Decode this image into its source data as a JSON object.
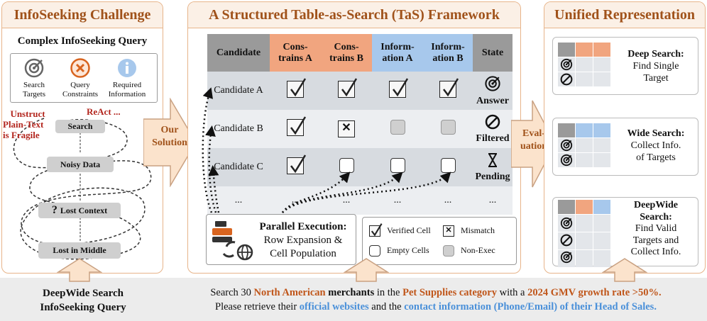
{
  "left_panel": {
    "title": "InfoSeeking Challenge",
    "subtitle": "Complex InfoSeeking Query",
    "icons": [
      {
        "icon": "target-icon",
        "label_1": "Search",
        "label_2": "Targets"
      },
      {
        "icon": "cross-circle-icon",
        "label_1": "Query",
        "label_2": "Constraints"
      },
      {
        "icon": "info-icon",
        "label_1": "Required",
        "label_2": "Information"
      }
    ],
    "note_left_1": "Unstruct",
    "note_left_2": "Plain-Text",
    "note_left_3": "is Fragile",
    "note_right": "ReAct ...",
    "steps": [
      "Search",
      "Noisy Data",
      "Lost Context",
      "Lost in Middle"
    ],
    "lost_context_mark": "?"
  },
  "arrow_our_solution": {
    "line1": "Our",
    "line2": "Solution"
  },
  "middle_panel": {
    "title": "A Structured Table-as-Search (TaS) Framework",
    "table": {
      "headers": [
        {
          "line1": "Candidate",
          "line2": ""
        },
        {
          "line1": "Cons-",
          "line2": "trains A"
        },
        {
          "line1": "Cons-",
          "line2": "trains B"
        },
        {
          "line1": "Inform-",
          "line2": "ation A"
        },
        {
          "line1": "Inform-",
          "line2": "ation B"
        },
        {
          "line1": "State",
          "line2": ""
        }
      ],
      "rows": [
        {
          "candidate": "Candidate A",
          "state": "Answer"
        },
        {
          "candidate": "Candidate B",
          "state": "Filtered"
        },
        {
          "candidate": "Candidate C",
          "state": "Pending"
        },
        {
          "candidate": "...",
          "state": "..."
        }
      ],
      "ellipsis": "..."
    },
    "parallel": {
      "title": "Parallel Execution:",
      "line2": "Row Expansion &",
      "line3": "Cell Population"
    },
    "legend": {
      "verified": "Verified Cell",
      "mismatch": "Mismatch",
      "empty": "Empty Cells",
      "nonexec": "Non-Exec"
    }
  },
  "arrow_evaluation": {
    "line1": "Eval-",
    "line2": "uation"
  },
  "right_panel": {
    "title": "Unified Representation",
    "cards": [
      {
        "l1": "Deep Search:",
        "l2": "Find Single",
        "l3": "Target",
        "l4": ""
      },
      {
        "l1": "Wide Search:",
        "l2": "Collect Info.",
        "l3": "of Targets",
        "l4": ""
      },
      {
        "l1": "DeepWide",
        "l2": "Search:",
        "l3": "Find Valid",
        "l4": "Targets and",
        "l5": "Collect Info."
      }
    ]
  },
  "bottom": {
    "left_line1": "DeepWide Search",
    "left_line2": "InfoSeeking Query",
    "q1_a": "Search 30 ",
    "q1_b": "North American",
    "q1_c": " merchants",
    "q1_d": " in the ",
    "q1_e": "Pet Supplies category",
    "q1_f": " with a ",
    "q1_g": "2024 GMV growth rate >50%.",
    "q2_a": "Please retrieve their ",
    "q2_b": "official websites",
    "q2_c": " and the ",
    "q2_d": "contact information (Phone/Email) of their Head of Sales."
  },
  "colors": {
    "accent_orange": "#c0561a",
    "accent_blue": "#4a90d9",
    "header_orange": "#f1a57f",
    "header_blue": "#a7c8ec",
    "header_grey": "#9a9a9a",
    "warn_red": "#b3261e"
  }
}
